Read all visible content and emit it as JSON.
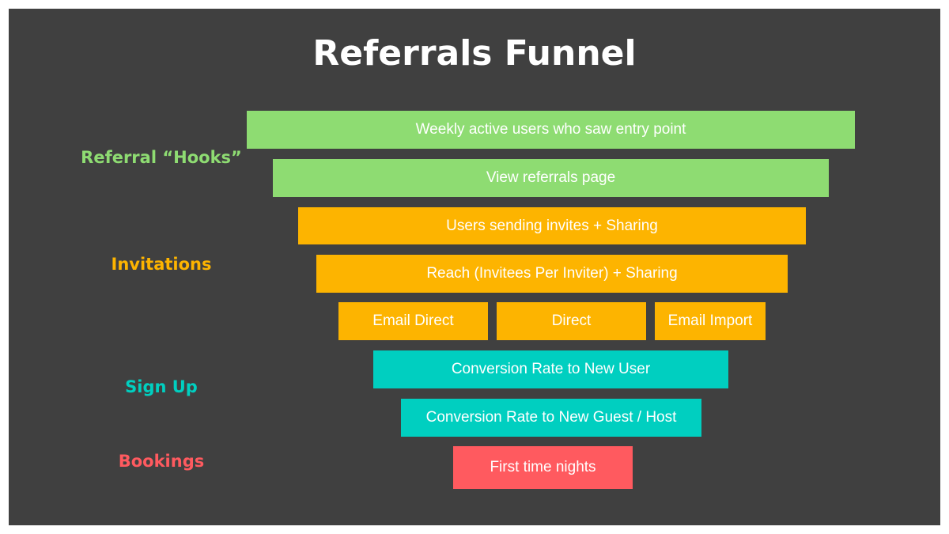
{
  "title": "Referrals Funnel",
  "colors": {
    "hooks": "#8EDC72",
    "invitations": "#FDB400",
    "signup": "#00CFC0",
    "bookings": "#FF5A5F",
    "background": "#404040"
  },
  "stages": {
    "hooks": "Referral “Hooks”",
    "invitations": "Invitations",
    "signup": "Sign Up",
    "bookings": "Bookings"
  },
  "steps": {
    "weekly_active": "Weekly active users who saw entry point",
    "view_referrals": "View referrals page",
    "users_sending": "Users sending invites + Sharing",
    "reach": "Reach (Invitees Per Inviter) + Sharing",
    "email_direct": "Email Direct",
    "direct": "Direct",
    "email_import": "Email Import",
    "conv_new_user": "Conversion Rate to New User",
    "conv_guest_host": "Conversion Rate to New Guest / Host",
    "first_time_nights": "First time nights"
  }
}
